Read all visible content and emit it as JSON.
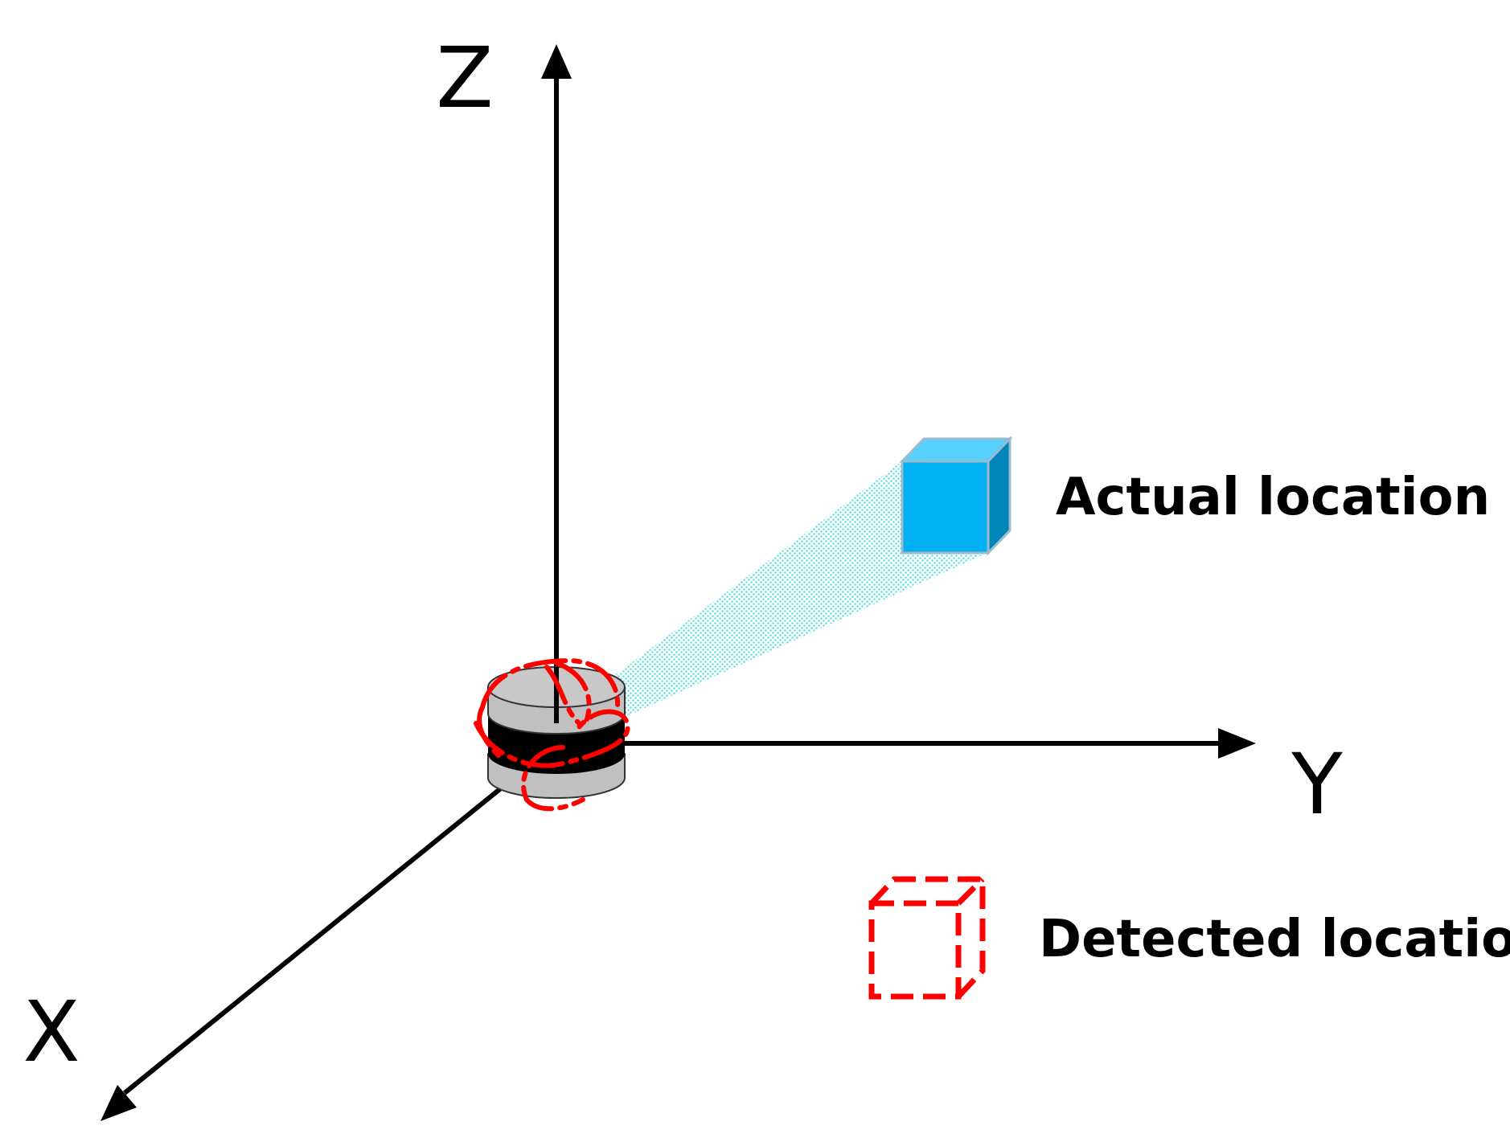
{
  "axes": {
    "x_label": "X",
    "y_label": "Y",
    "z_label": "Z"
  },
  "legend": {
    "actual_label": "Actual location",
    "detected_label": "Detected location"
  },
  "colors": {
    "axis": "#000000",
    "actual_front": "#00B0F0",
    "actual_top": "#55D0FF",
    "actual_side": "#0085B8",
    "beam": "#66E0E0",
    "detected": "#FF0000",
    "sensor_body": "#C0C0C0",
    "sensor_band": "#000000"
  }
}
